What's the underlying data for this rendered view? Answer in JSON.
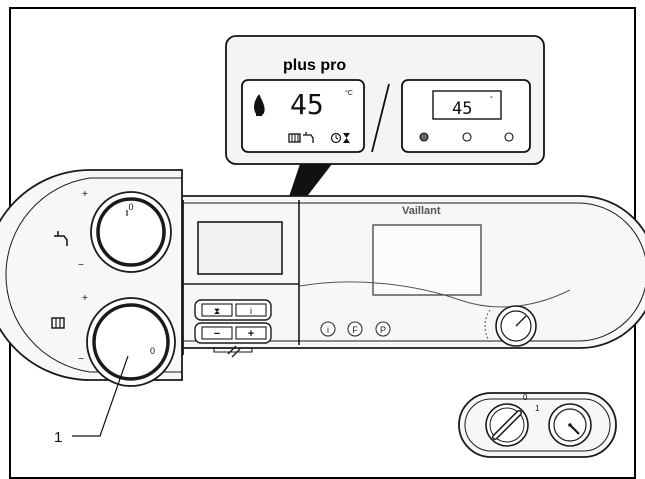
{
  "callout": {
    "model_label": "plus pro",
    "left_display": {
      "temperature": "45",
      "unit": "°C"
    },
    "right_display": {
      "temperature": "45",
      "unit": "°"
    }
  },
  "panel": {
    "brand": "Vaillant",
    "dial_min": "0",
    "dial_plus": "+",
    "dial_minus": "−",
    "buttons": {
      "hourglass": "⧗",
      "info": "i",
      "minus": "−",
      "plus": "+"
    },
    "mode_buttons": [
      "i",
      "F",
      "P"
    ],
    "switch_off": "0",
    "switch_on": "1"
  },
  "annotations": {
    "item_1": "1"
  },
  "colors": {
    "line": "#1a1a1a",
    "panel_fill": "#f7f7f7",
    "frame": "#000000"
  }
}
